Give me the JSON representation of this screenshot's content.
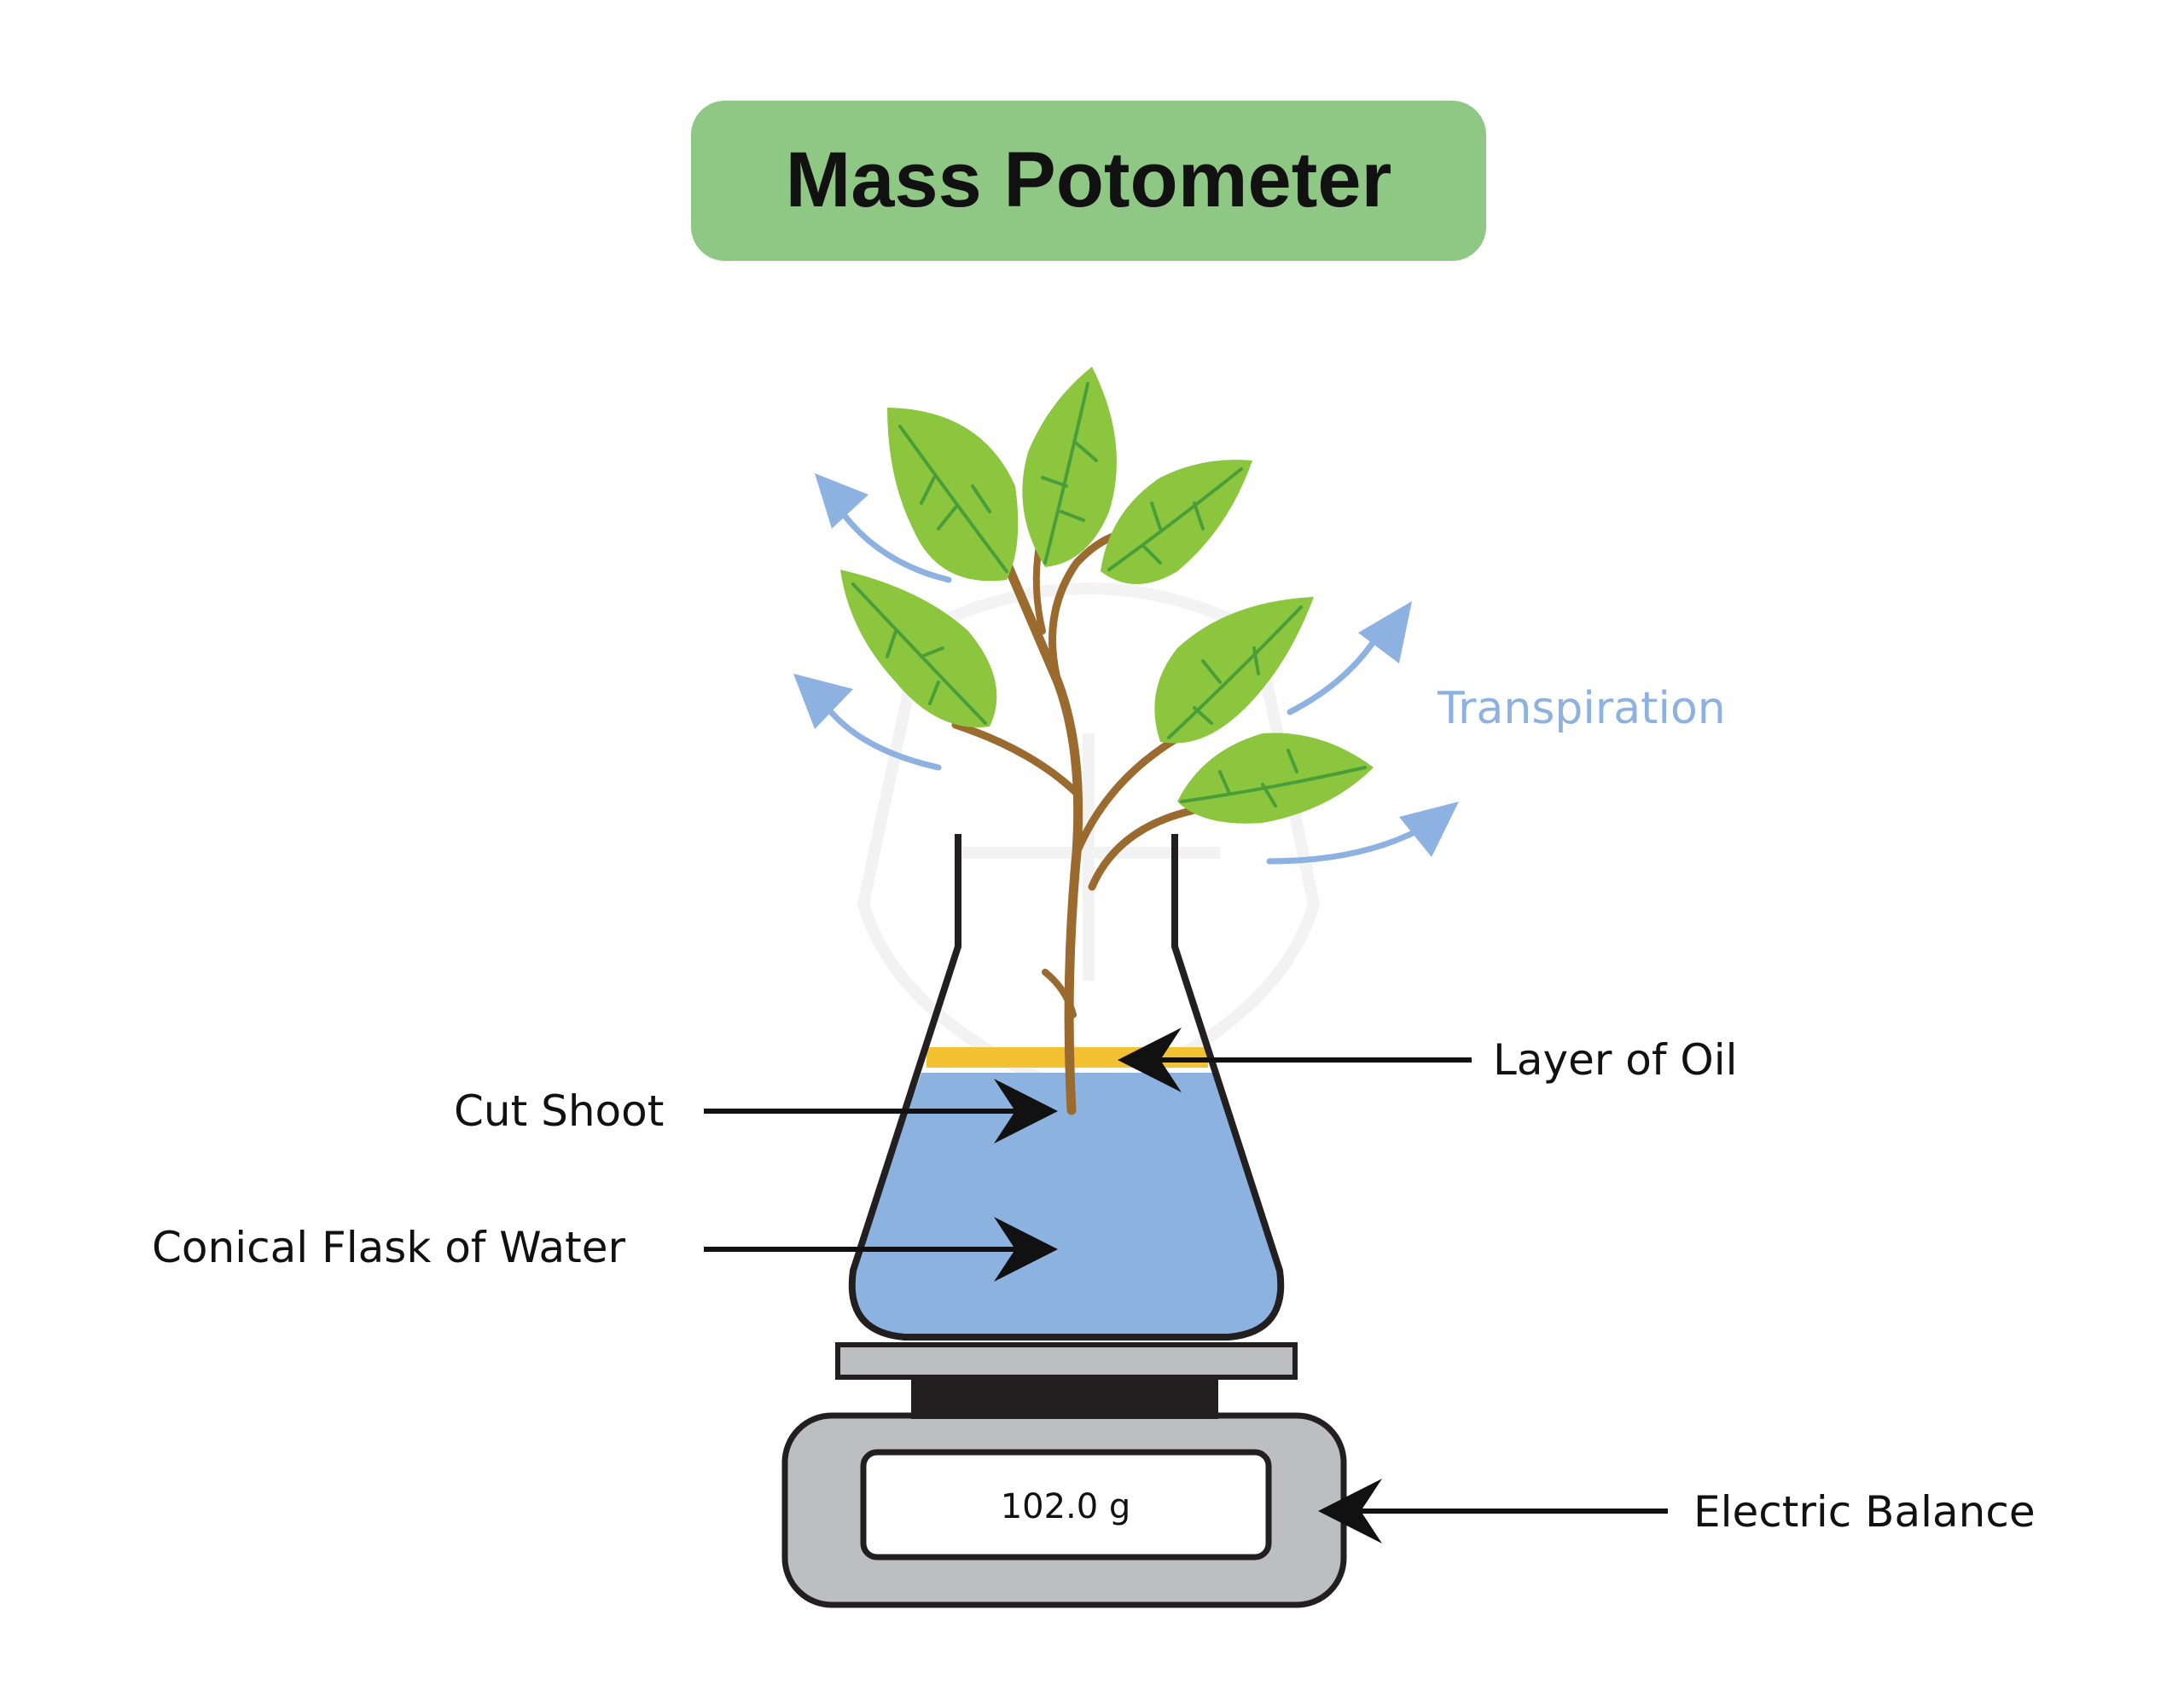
{
  "title": "Mass Potometer",
  "labels": {
    "transpiration": "Transpiration",
    "layer_of_oil": "Layer of Oil",
    "cut_shoot": "Cut Shoot",
    "conical_flask": "Conical Flask of Water",
    "electric_balance": "Electric Balance"
  },
  "balance": {
    "reading": "102.0 g"
  },
  "colors": {
    "title_bg": "#8fc785",
    "water": "#8cb2df",
    "oil": "#f3c233",
    "leaf": "#8cc63f",
    "leaf_vein": "#4a9e3a",
    "stem": "#9a6a2e",
    "arrow_blue": "#8db1e0",
    "balance_body": "#bcbec0",
    "balance_dark": "#231f20"
  }
}
